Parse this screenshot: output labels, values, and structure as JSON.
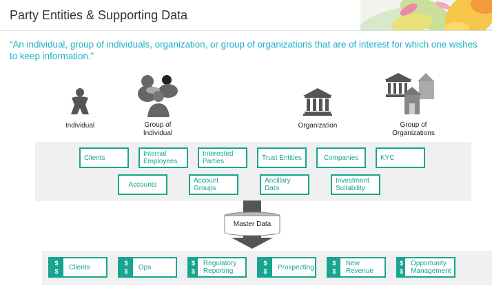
{
  "slide": {
    "title": "Party Entities & Supporting Data",
    "quote": "“An individual, group of individuals, organization, or group of organizations that are of interest for which one wishes to keep information.”"
  },
  "entities": [
    {
      "label": "Individual",
      "icon": "person-icon"
    },
    {
      "label": "Group of Individual",
      "icon": "group-icon"
    },
    {
      "label": "Organization",
      "icon": "building-icon"
    },
    {
      "label": "Group of Organizations",
      "icon": "buildings-icon"
    }
  ],
  "supporting_data": {
    "row1": [
      "Clients",
      "Internal Employees",
      "Interested Parties",
      "Trust Entities",
      "Companies",
      "KYC"
    ],
    "row2": [
      "Accounts",
      "Account Groups",
      "Ancillary Data",
      "Investment Suitability"
    ]
  },
  "master": {
    "label": "Master Data"
  },
  "outcomes": {
    "dollar": "$",
    "items": [
      "Clients",
      "Ops",
      "Regulatory Reporting",
      "Prospecting",
      "New Revenue",
      "Opportunity Management"
    ]
  },
  "colors": {
    "accent": "#16a58f",
    "quote": "#19b2c7",
    "band": "#f0f0f0",
    "arrow": "#555555"
  }
}
